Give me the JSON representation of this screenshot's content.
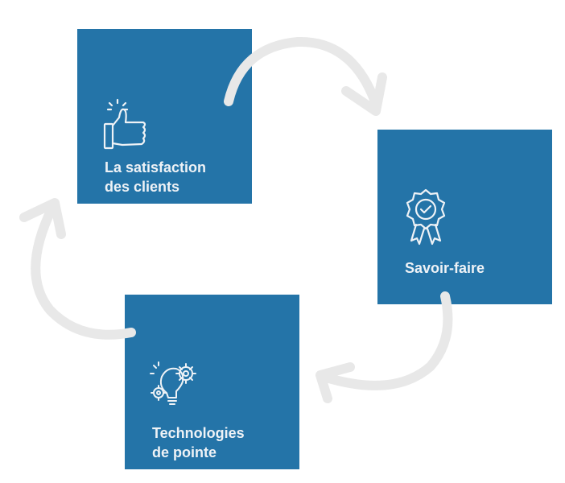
{
  "steps": [
    {
      "line1": "La satisfaction",
      "line2": "des clients",
      "icon": "thumbs-up-icon"
    },
    {
      "line1": "Savoir-faire",
      "icon": "award-badge-icon"
    },
    {
      "line1": "Technologies",
      "line2": "de pointe",
      "icon": "lightbulb-gears-icon"
    }
  ],
  "colors": {
    "box": "#2474a8",
    "arrow": "#e8e8e8",
    "text": "#eef2f6"
  }
}
